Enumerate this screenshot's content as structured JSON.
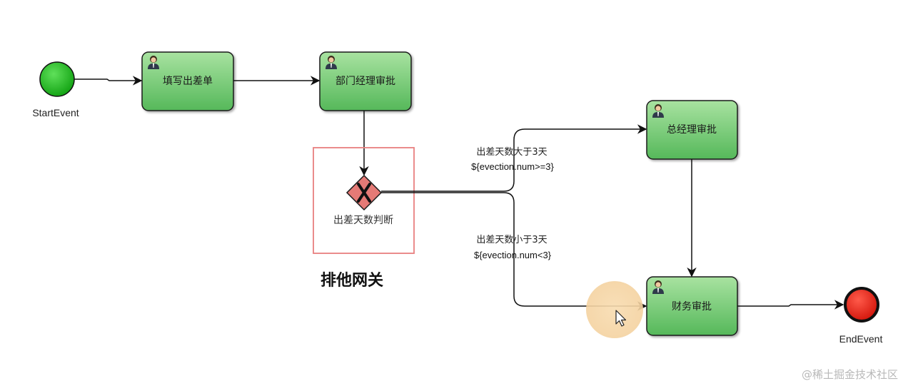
{
  "diagram": {
    "start_event": {
      "label": "StartEvent"
    },
    "end_event": {
      "label": "EndEvent"
    },
    "tasks": {
      "fill_form": {
        "label": "填写出差单"
      },
      "dept_manager": {
        "label": "部门经理审批"
      },
      "general_manager": {
        "label": "总经理审批"
      },
      "finance": {
        "label": "财务审批"
      }
    },
    "gateway": {
      "label": "出差天数判断",
      "type": "exclusive"
    },
    "conditions": {
      "upper": {
        "text": "出差天数大于3天",
        "expr": "${evection.num>=3}"
      },
      "lower": {
        "text": "出差天数小于3天",
        "expr": "${evection.num<3}"
      }
    },
    "caption": "排他网关"
  },
  "watermark": "@稀土掘金技术社区",
  "colors": {
    "start": "#22bb22",
    "end": "#ee2211",
    "task_fill": "#7ccf7c",
    "gateway_fill": "#e87c78",
    "highlight": "#e88080",
    "cursor_halo": "#f6d8a8"
  }
}
